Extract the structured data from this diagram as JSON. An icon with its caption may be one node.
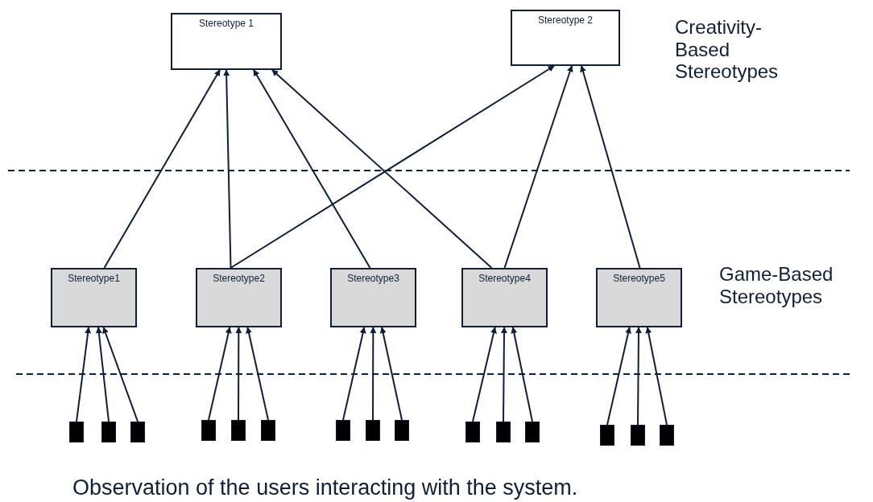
{
  "diagram": {
    "caption": "Observation of the users interacting with the system.",
    "nodes": [
      {
        "text": [
          "Stereotype 1"
        ]
      },
      {
        "text": [
          "Stereotype 2"
        ]
      },
      {
        "text": [
          "Stereotype1"
        ]
      },
      {
        "text": [
          "Stereotype2"
        ]
      },
      {
        "text": [
          "Stereotype3"
        ]
      },
      {
        "text": [
          "Stereotype4"
        ]
      },
      {
        "text": [
          "Stereotype5"
        ]
      },
      {
        "text": [],
        "shape": "bar"
      },
      {
        "text": [],
        "shape": "bar"
      },
      {
        "text": [],
        "shape": "bar"
      },
      {
        "text": [],
        "shape": "bar"
      },
      {
        "text": [],
        "shape": "bar"
      },
      {
        "text": [],
        "shape": "bar"
      },
      {
        "text": [],
        "shape": "bar"
      },
      {
        "text": [],
        "shape": "bar"
      },
      {
        "text": [],
        "shape": "bar"
      },
      {
        "text": [],
        "shape": "bar"
      },
      {
        "text": [],
        "shape": "bar"
      },
      {
        "text": [],
        "shape": "bar"
      },
      {
        "text": [],
        "shape": "bar"
      },
      {
        "text": [],
        "shape": "bar"
      },
      {
        "text": [],
        "shape": "bar"
      }
    ],
    "edges": [
      {
        "from": 2,
        "to": 0,
        "arrow": "to"
      },
      {
        "from": 3,
        "to": 0,
        "arrow": "to"
      },
      {
        "from": 4,
        "to": 0,
        "arrow": "to"
      },
      {
        "from": 5,
        "to": 0,
        "arrow": "to"
      },
      {
        "from": 3,
        "to": 1,
        "arrow": "to"
      },
      {
        "from": 5,
        "to": 1,
        "arrow": "to"
      },
      {
        "from": 6,
        "to": 1,
        "arrow": "to"
      },
      {
        "from": 7,
        "to": 2,
        "arrow": "to"
      },
      {
        "from": 8,
        "to": 2,
        "arrow": "to"
      },
      {
        "from": 9,
        "to": 2,
        "arrow": "to"
      },
      {
        "from": 10,
        "to": 3,
        "arrow": "to"
      },
      {
        "from": 11,
        "to": 3,
        "arrow": "to"
      },
      {
        "from": 12,
        "to": 3,
        "arrow": "to"
      },
      {
        "from": 13,
        "to": 4,
        "arrow": "to"
      },
      {
        "from": 14,
        "to": 4,
        "arrow": "to"
      },
      {
        "from": 15,
        "to": 4,
        "arrow": "to"
      },
      {
        "from": 16,
        "to": 5,
        "arrow": "to"
      },
      {
        "from": 17,
        "to": 5,
        "arrow": "to"
      },
      {
        "from": 18,
        "to": 5,
        "arrow": "to"
      },
      {
        "from": 19,
        "to": 6,
        "arrow": "to"
      },
      {
        "from": 20,
        "to": 6,
        "arrow": "to"
      },
      {
        "from": 21,
        "to": 6,
        "arrow": "to"
      }
    ],
    "labels": [
      "Creativity- Based Stereotypes",
      "Game-Based Stereotypes"
    ]
  }
}
